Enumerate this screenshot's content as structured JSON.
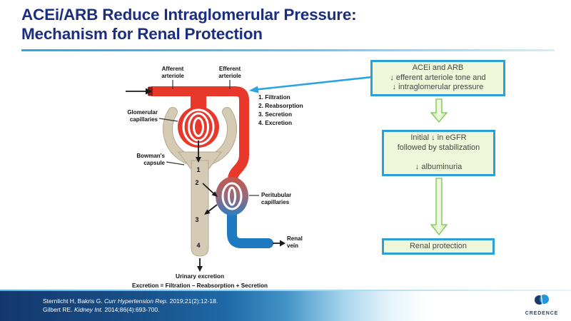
{
  "slide": {
    "title_line1": "ACEi/ARB Reduce Intraglomerular Pressure:",
    "title_line2": "Mechanism for Renal Protection"
  },
  "diagram": {
    "labels": {
      "afferent_l1": "Afferent",
      "afferent_l2": "arteriole",
      "efferent_l1": "Efferent",
      "efferent_l2": "arteriole",
      "glomerular_l1": "Glomerular",
      "glomerular_l2": "capillaries",
      "bowmans_l1": "Bowman's",
      "bowmans_l2": "capsule",
      "peritubular_l1": "Peritubular",
      "peritubular_l2": "capillaries",
      "renal_vein_l1": "Renal",
      "renal_vein_l2": "vein",
      "urinary_excretion": "Urinary excretion",
      "equation": "Excretion = Filtration – Reabsorption + Secretion"
    },
    "steps": [
      "1. Filtration",
      "2. Reabsorption",
      "3. Secretion",
      "4. Excretion"
    ],
    "markers": [
      "1",
      "2",
      "3",
      "4"
    ],
    "colors": {
      "artery_red": "#e8382c",
      "vein_blue": "#1e79c0",
      "capsule_tan": "#d5cbb4"
    }
  },
  "flow": {
    "box1_lines": [
      "ACEi and ARB",
      "↓ efferent arteriole tone and",
      "↓ intraglomerular pressure"
    ],
    "box2_lines": [
      "Initial ↓ in eGFR",
      "followed by stabilization",
      "",
      "↓ albuminuria"
    ],
    "box3_label": "Renal protection",
    "colors": {
      "box_bg": "#eef7da",
      "box_border": "#2b9fd8",
      "arrow_green": "#7cc254"
    }
  },
  "footer": {
    "ref1": {
      "pre": "Sternlicht H, Bakris G. ",
      "journal": "Curr Hypertension Rep.",
      "post": " 2019;21(2):12-18."
    },
    "ref2": {
      "pre": "Gilbert RE. ",
      "journal": "Kidney Int.",
      "post": " 2014;86(4):693-700."
    },
    "logo_text": "CREDENCE"
  },
  "colors": {
    "title_navy": "#1b2f7e",
    "rule_blue": "#2ea7e0",
    "footer_navy": "#14376d"
  }
}
